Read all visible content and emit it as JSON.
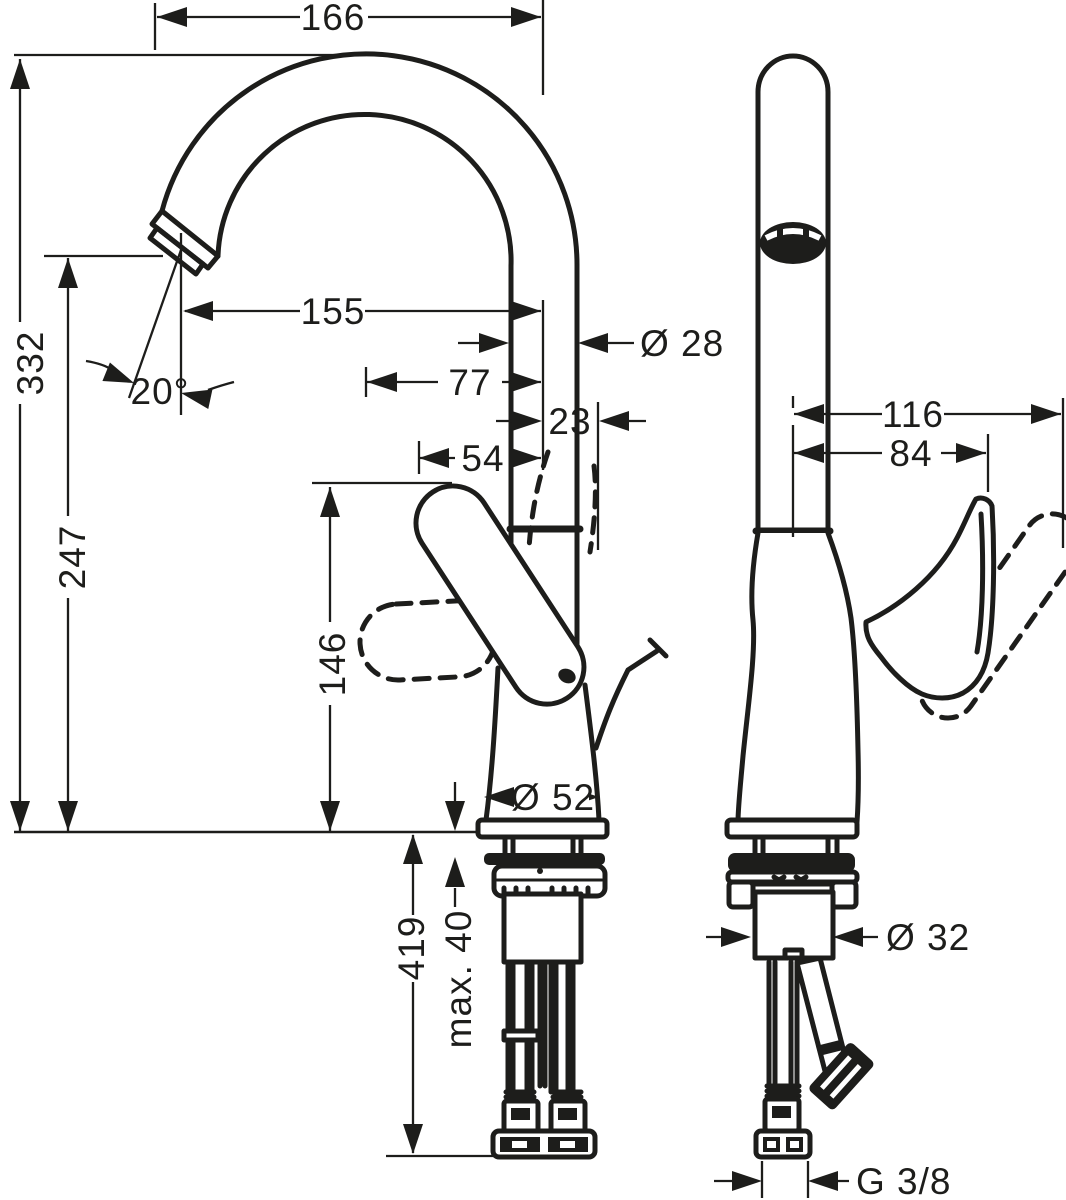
{
  "page": {
    "background": "#ffffff",
    "line_color": "#1d1d1b",
    "description": "Technical dimension drawing of a single-lever faucet, front view and side view, with swivel spout and below-deck mounting hardware"
  },
  "dimensions": {
    "overall_width": "166",
    "overall_height": "332",
    "outlet_height": "247",
    "spout_reach": "155",
    "outlet_angle": "20°",
    "pipe_diameter": "Ø 28",
    "spout_to_handle": "77",
    "handle_tip_offset": "23",
    "handle_reach": "54",
    "handle_height": "146",
    "base_diameter": "Ø 52",
    "install_depth": "419",
    "max_counter_thickness": "max. 40",
    "side_overall_depth": "116",
    "side_handle_depth": "84",
    "shank_diameter": "Ø 32",
    "hose_thread": "G 3/8"
  }
}
